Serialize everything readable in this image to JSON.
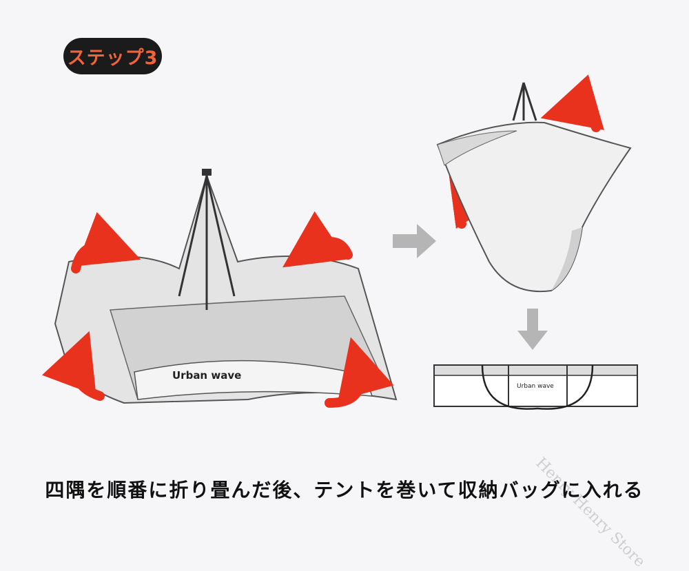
{
  "step_badge": "ステップ3",
  "brand_label_large": "Urban wave",
  "brand_label_bag": "Urban wave",
  "caption": "四隅を順番に折り畳んだ後、テントを巻いて収納バッグに入れる",
  "watermark": "Henry Henry Store",
  "colors": {
    "arrow_red": "#e8321e",
    "arrow_grey": "#b5b5b5",
    "badge_bg": "#1b1b1b",
    "badge_text": "#f0643c"
  }
}
